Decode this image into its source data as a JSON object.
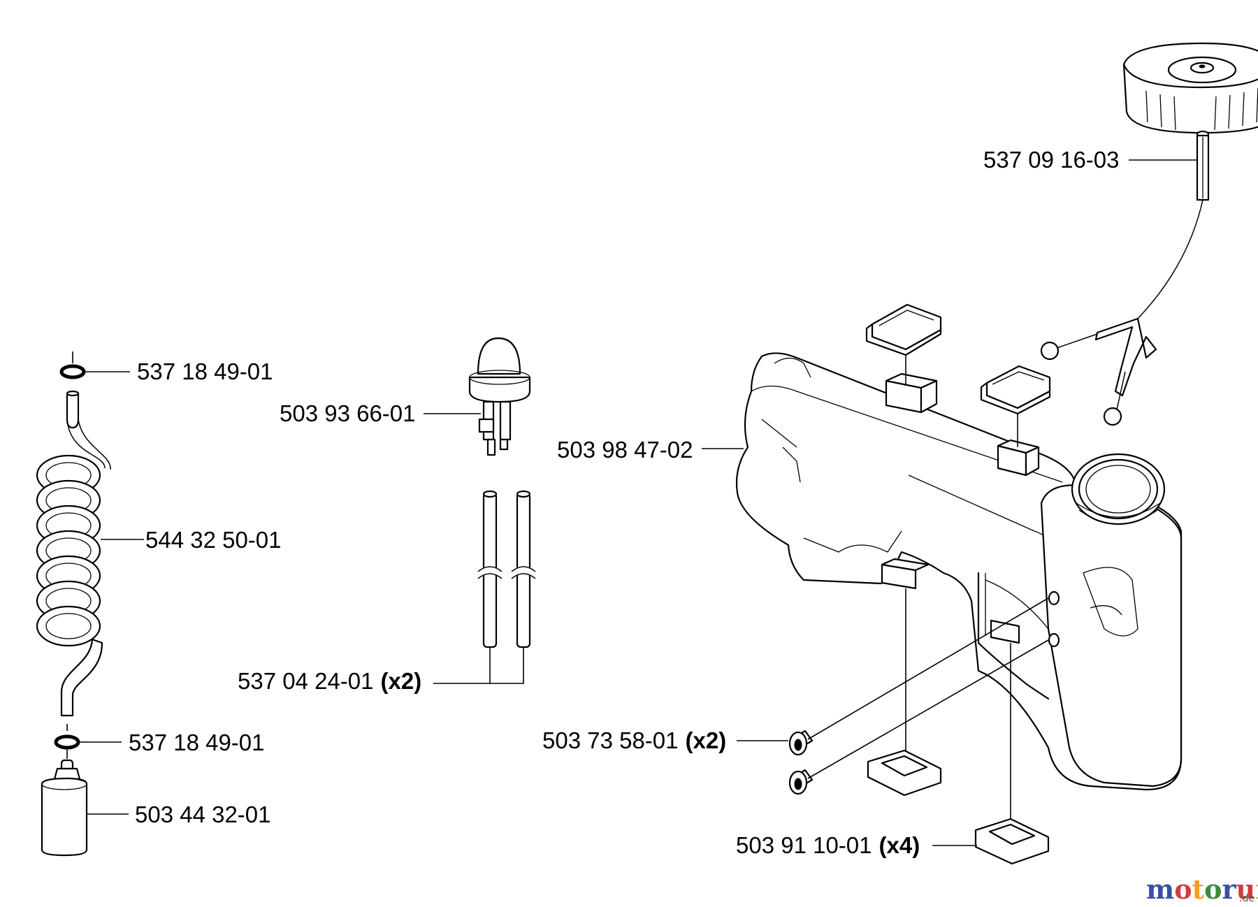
{
  "labels": {
    "cap": "537 09 16-03",
    "oring_top": "537 18 49-01",
    "primer": "503 93 66-01",
    "tank": "503 98 47-02",
    "coil_hose": "544 32 50-01",
    "fuel_pipe": "537 04 24-01",
    "fuel_pipe_qty": "(x2)",
    "oring_bottom": "537 18 49-01",
    "grommet": "503 73 58-01",
    "grommet_qty": "(x2)",
    "filter": "503 44 32-01",
    "rubber_foot": "503 91 10-01",
    "rubber_foot_qty": "(x4)"
  },
  "watermark": {
    "letters": [
      "m",
      "o",
      "t",
      "o",
      "r",
      "u",
      "f"
    ],
    "letter_colors": [
      "#3a4fa0",
      "#d23c3c",
      "#f0a020",
      "#3a8a3a",
      "#3a4fa0",
      "#d23c3c",
      "#f0a020"
    ],
    "suffix": ".de"
  }
}
